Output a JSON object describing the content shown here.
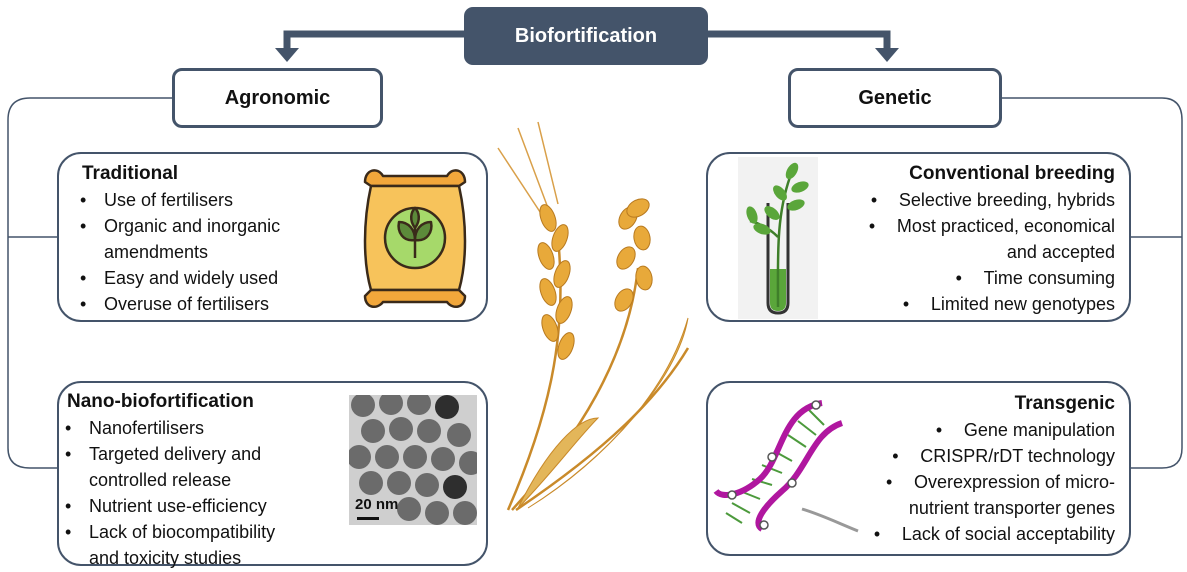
{
  "title": "Biofortification",
  "agronomic": {
    "label": "Agronomic",
    "traditional": {
      "title": "Traditional",
      "items": [
        "Use of fertilisers",
        "Organic and inorganic",
        "amendments",
        "Easy and widely used",
        "Overuse of fertilisers"
      ]
    },
    "nano": {
      "title": "Nano-biofortification",
      "items": [
        "Nanofertilisers",
        "Targeted delivery and",
        "controlled release",
        "Nutrient use-efficiency",
        "Lack of biocompatibility",
        "and toxicity studies"
      ],
      "scale_label": "20 nm"
    }
  },
  "genetic": {
    "label": "Genetic",
    "conventional": {
      "title": "Conventional breeding",
      "items": [
        "Selective breeding, hybrids",
        "Most practiced, economical",
        "and accepted",
        "Time consuming",
        "Limited new genotypes"
      ]
    },
    "transgenic": {
      "title": "Transgenic",
      "items": [
        "Gene manipulation",
        "CRISPR/rDT technology",
        "Overexpression of micro-",
        "nutrient transporter genes",
        "Lack of social acceptability"
      ]
    }
  },
  "colors": {
    "frame": "#44546a",
    "bag": "#f5b93e",
    "leaf_circle": "#a6d96a",
    "grain": "#e8a93a",
    "dna": "#b0179f"
  }
}
